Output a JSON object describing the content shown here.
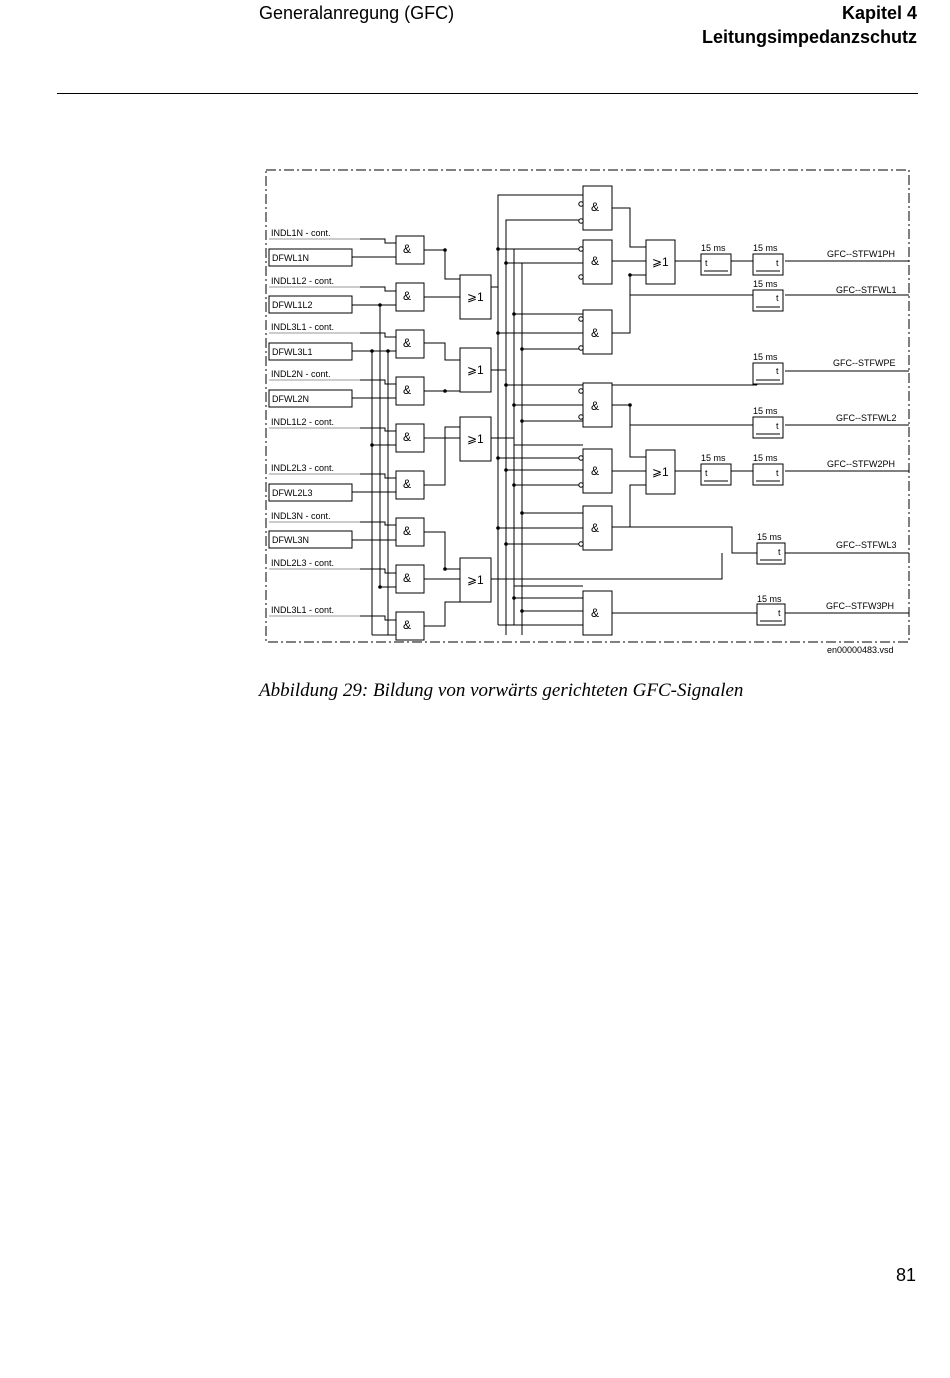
{
  "header": {
    "section": "Generalanregung (GFC)",
    "chapter": "Kapitel 4",
    "chapter_title": "Leitungsimpedanzschutz"
  },
  "diagram": {
    "inputs": [
      "INDL1N - cont.",
      "DFWL1N",
      "INDL1L2 - cont.",
      "DFWL1L2",
      "INDL3L1 - cont.",
      "DFWL3L1",
      "INDL2N - cont.",
      "DFWL2N",
      "INDL1L2 - cont.",
      "INDL2L3 - cont.",
      "DFWL2L3",
      "INDL3N - cont.",
      "DFWL3N",
      "INDL2L3 - cont.",
      "INDL3L1 - cont."
    ],
    "and_symbol": "&",
    "or_symbol": "⩾1",
    "timer_value": "15 ms",
    "timer_t": "t",
    "outputs": [
      "GFC--STFW1PH",
      "GFC--STFWL1",
      "GFC--STFWPE",
      "GFC--STFWL2",
      "GFC--STFW2PH",
      "GFC--STFWL3",
      "GFC--STFW3PH"
    ],
    "file_name": "en00000483.vsd"
  },
  "caption": "Abbildung 29: Bildung von vorwärts gerichteten GFC-Signalen",
  "page_number": "81"
}
